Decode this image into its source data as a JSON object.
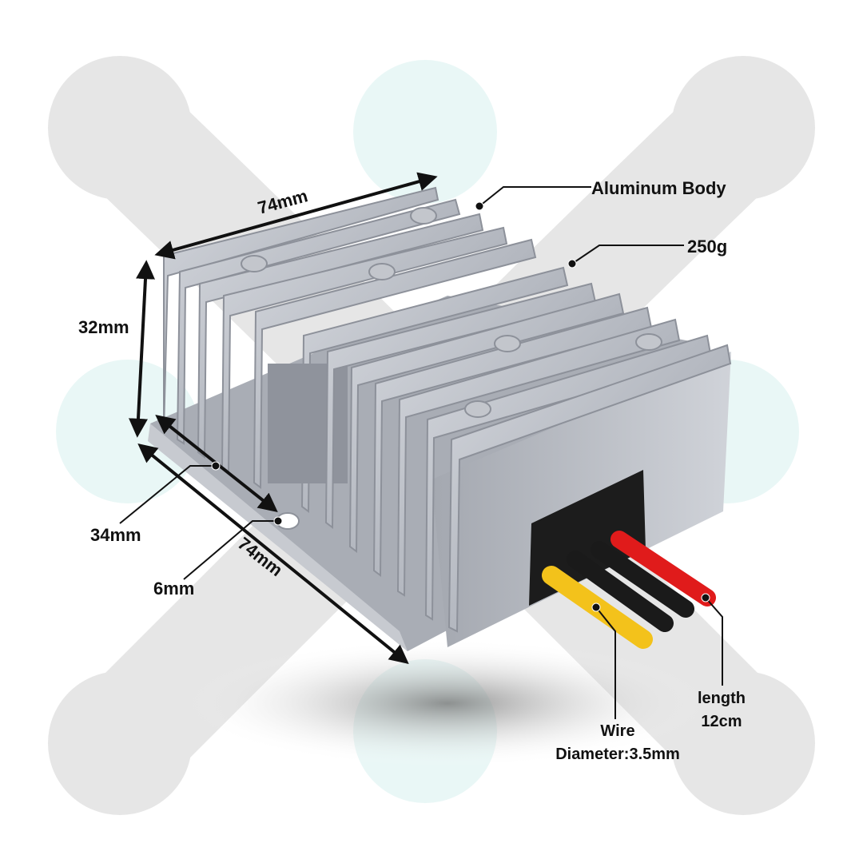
{
  "labels": {
    "top_length": "74mm",
    "height": "32mm",
    "depth_inner": "34mm",
    "bottom_length": "74mm",
    "hole": "6mm",
    "material": "Aluminum Body",
    "weight": "250g",
    "wire_label_line1": "Wire",
    "wire_label_line2": "Diameter:3.5mm",
    "length_label_line1": "length",
    "length_label_line2": "12cm"
  },
  "colors": {
    "background": "#ffffff",
    "blob_gray": "#e6e6e6",
    "blob_teal": "#e9f7f6",
    "aluminum": "#b9bcc4",
    "aluminum_dark": "#8f939c",
    "wire_yellow": "#f3c21b",
    "wire_black": "#1a1a1a",
    "wire_red": "#e01b1b",
    "grommet": "#1c1c1c"
  },
  "icons": {
    "background": "cross-blob-pattern",
    "product": "dc-converter-heatsink"
  }
}
